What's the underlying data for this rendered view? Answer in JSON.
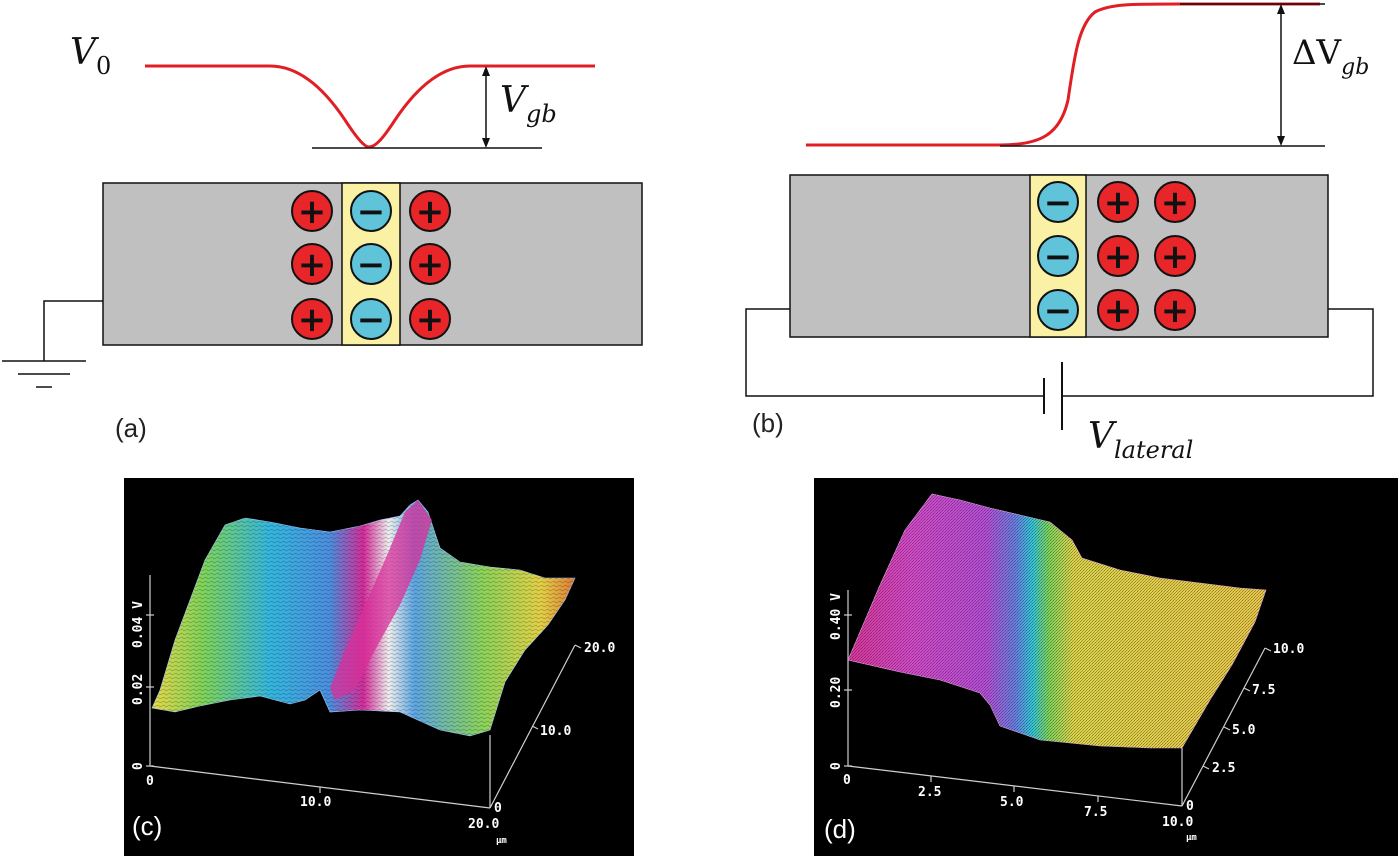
{
  "colors": {
    "curve": "#e01e24",
    "sample": "#c0c0c0",
    "grain_boundary": "#fbf1a4",
    "positive_charge": "#e8262a",
    "negative_charge": "#5fc3d9",
    "afm_background": "#000000"
  },
  "panel_a": {
    "label": "(a)",
    "v0_main": "V",
    "v0_sub": "0",
    "vgb_main": "V",
    "vgb_sub": "gb",
    "grain_boundary_charge": "−",
    "side_charge": "+",
    "charge_rows": 3
  },
  "panel_b": {
    "label": "(b)",
    "dvgb_main": "ΔV",
    "dvgb_sub": "gb",
    "vlateral_main": "V",
    "vlateral_sub": "lateral",
    "grain_boundary_charge": "−",
    "side_charge": "+",
    "charge_rows": 3
  },
  "panel_c": {
    "label": "(c)",
    "z_ticks": [
      "0",
      "0.02",
      "0.04 V"
    ],
    "x_ticks": [
      "0",
      "10.0",
      "20.0"
    ],
    "y_ticks": [
      "0",
      "10.0",
      "20.0"
    ],
    "unit": "μm"
  },
  "panel_d": {
    "label": "(d)",
    "z_ticks": [
      "0",
      "0.20",
      "0.40 V"
    ],
    "x_ticks": [
      "0",
      "2.5",
      "5.0",
      "7.5",
      "10.0"
    ],
    "y_ticks": [
      "0",
      "2.5",
      "5.0",
      "7.5",
      "10.0"
    ],
    "unit": "μm"
  }
}
